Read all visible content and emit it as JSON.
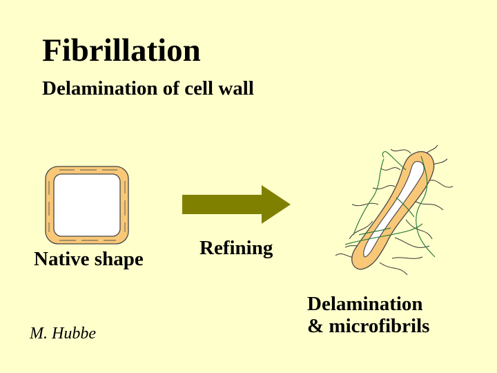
{
  "slide": {
    "title": "Fibrillation",
    "subtitle": "Delamination of cell wall",
    "native_label": "Native shape",
    "process_label": "Refining",
    "result_label_line1": "Delamination",
    "result_label_line2": "& microfibrils",
    "author": "M. Hubbe"
  },
  "colors": {
    "background": "#FFFFCC",
    "cell_wall_fill": "#F8C878",
    "arrow": "#808000",
    "microfibril_green": "#2E7D3A"
  },
  "icons": {
    "native_fiber": "rounded-square-cell-wall",
    "process_arrow": "right-arrow",
    "fibrillated_fiber": "elongated-fiber-with-microfibrils"
  }
}
